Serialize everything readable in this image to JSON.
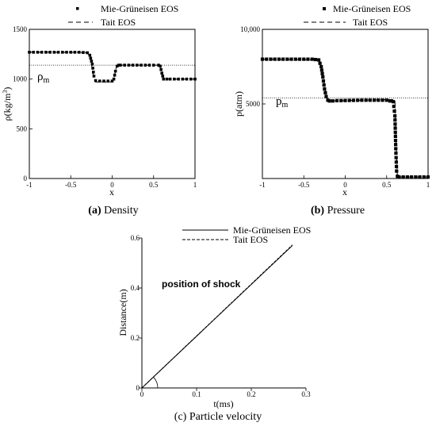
{
  "panels": {
    "a": {
      "caption_letter": "(a)",
      "caption_text": " Density",
      "annotation": "ρm",
      "legend": [
        "Mie-Grüneisen EOS",
        "Tait EOS"
      ]
    },
    "b": {
      "caption_letter": "(b)",
      "caption_text": " Pressure",
      "annotation": "pm",
      "legend": [
        "Mie-Grüneisen EOS",
        "Tait EOS"
      ]
    },
    "c": {
      "caption_text": "(c) Particle velocity",
      "annotation": "position of shock",
      "legend": [
        "Mie-Grüneisen EOS",
        "Tait EOS"
      ]
    }
  },
  "chart_data": [
    {
      "type": "line",
      "xlabel": "x",
      "ylabel": "ρ(kg/m³)",
      "xlim": [
        -1,
        1
      ],
      "ylim": [
        0,
        1500
      ],
      "xticks": [
        "-1",
        "-0.5",
        "0",
        "0.5",
        "1"
      ],
      "yticks": [
        "0",
        "500",
        "1000",
        "1500"
      ],
      "reference_y": 1140,
      "series": [
        {
          "name": "Mie-Grüneisen EOS",
          "style": "square-markers",
          "x": [
            -1,
            -0.9,
            -0.8,
            -0.7,
            -0.6,
            -0.5,
            -0.4,
            -0.3,
            -0.27,
            -0.24,
            -0.22,
            -0.2,
            -0.15,
            -0.1,
            -0.05,
            0,
            0.02,
            0.04,
            0.06,
            0.08,
            0.1,
            0.2,
            0.3,
            0.4,
            0.5,
            0.56,
            0.58,
            0.6,
            0.62,
            0.7,
            0.8,
            0.9,
            1
          ],
          "y": [
            1270,
            1270,
            1270,
            1270,
            1270,
            1270,
            1270,
            1265,
            1240,
            1150,
            1030,
            985,
            980,
            980,
            980,
            980,
            1000,
            1080,
            1130,
            1140,
            1140,
            1140,
            1140,
            1140,
            1140,
            1140,
            1130,
            1060,
            1000,
            1000,
            1000,
            1000,
            1000
          ]
        },
        {
          "name": "Tait EOS",
          "style": "dashed",
          "x": [
            -1,
            -0.3,
            -0.26,
            -0.22,
            -0.2,
            0,
            0.02,
            0.05,
            0.08,
            0.58,
            0.6,
            0.62,
            1
          ],
          "y": [
            1270,
            1268,
            1200,
            1000,
            970,
            970,
            1000,
            1120,
            1140,
            1140,
            1060,
            1000,
            1000
          ]
        }
      ]
    },
    {
      "type": "line",
      "xlabel": "x",
      "ylabel": "p(atm)",
      "xlim": [
        -1,
        1
      ],
      "ylim": [
        0,
        10000
      ],
      "xticks": [
        "-1",
        "-0.5",
        "0",
        "0.5",
        "1"
      ],
      "yticks": [
        "5000",
        "10,000"
      ],
      "reference_y": 5400,
      "series": [
        {
          "name": "Mie-Grüneisen EOS",
          "style": "square-markers",
          "x": [
            -1,
            -0.9,
            -0.8,
            -0.7,
            -0.6,
            -0.5,
            -0.4,
            -0.32,
            -0.29,
            -0.27,
            -0.25,
            -0.23,
            -0.21,
            -0.19,
            -0.15,
            -0.1,
            0,
            0.1,
            0.2,
            0.3,
            0.4,
            0.5,
            0.58,
            0.6,
            0.61,
            0.62,
            0.63,
            0.65,
            0.7,
            0.8,
            0.9,
            1
          ],
          "y": [
            8000,
            8000,
            8000,
            8000,
            8000,
            8000,
            8000,
            7950,
            7500,
            6800,
            6000,
            5500,
            5250,
            5200,
            5200,
            5220,
            5230,
            5240,
            5250,
            5250,
            5250,
            5250,
            5150,
            4200,
            2000,
            500,
            150,
            100,
            100,
            100,
            100,
            100
          ]
        },
        {
          "name": "Tait EOS",
          "style": "dashed",
          "x": [
            -1,
            -0.32,
            -0.27,
            -0.23,
            -0.2,
            0.6,
            0.61,
            0.63,
            1
          ],
          "y": [
            8000,
            7950,
            7000,
            5500,
            5200,
            5300,
            3000,
            100,
            100
          ]
        }
      ]
    },
    {
      "type": "line",
      "xlabel": "t(ms)",
      "ylabel": "Distance(m)",
      "xlim": [
        0,
        0.3
      ],
      "ylim": [
        0,
        0.6
      ],
      "xticks": [
        "0",
        "0.1",
        "0.2",
        "0.3"
      ],
      "yticks": [
        "0",
        "0.2",
        "0.4",
        "0.6"
      ],
      "series": [
        {
          "name": "Mie-Grüneisen EOS",
          "style": "solid",
          "x": [
            0,
            0.275
          ],
          "y": [
            0,
            0.57
          ]
        },
        {
          "name": "Tait EOS",
          "style": "dashed",
          "x": [
            0,
            0.275
          ],
          "y": [
            0,
            0.572
          ]
        }
      ]
    }
  ]
}
